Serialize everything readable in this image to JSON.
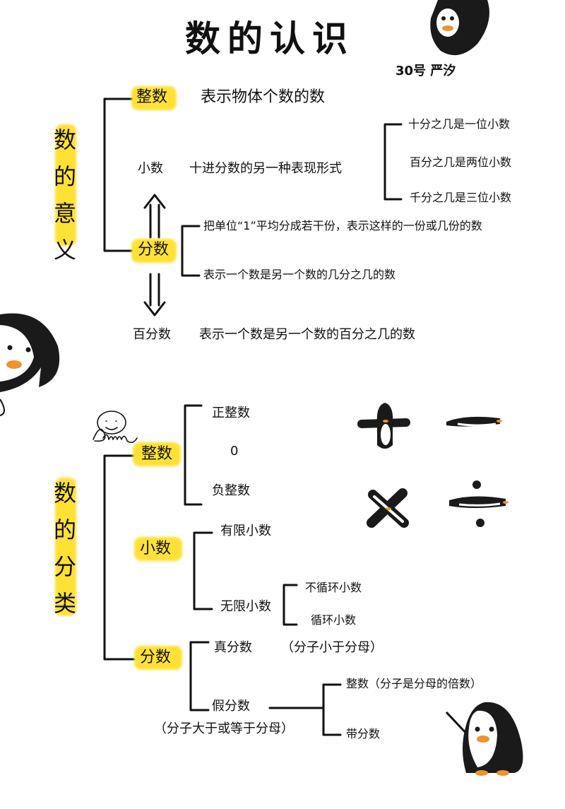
{
  "title": "数的认识",
  "author": "30号 严汐",
  "colors": {
    "highlight": "#ffe135",
    "ink": "#111111",
    "penguin_black": "#1a1a1a",
    "beak": "#f0932b"
  },
  "meaning": {
    "side_label": "数的意义",
    "integer": {
      "label": "整数",
      "desc": "表示物体个数的数"
    },
    "decimal": {
      "label": "小数",
      "desc": "十进分数的另一种表现形式",
      "places": [
        "十分之几是一位小数",
        "百分之几是两位小数",
        "千分之几是三位小数"
      ]
    },
    "fraction": {
      "label": "分数",
      "defs": [
        "把单位“1”平均分成若干份，表示这样的一份或几份的数",
        "表示一个数是另一个数的几分之几的数"
      ]
    },
    "percent": {
      "label": "百分数",
      "desc": "表示一个数是另一个数的百分之几的数"
    }
  },
  "classification": {
    "side_label": "数的分类",
    "integer": {
      "label": "整数",
      "items": [
        "正整数",
        "0",
        "负整数"
      ]
    },
    "decimal": {
      "label": "小数",
      "finite": "有限小数",
      "infinite": "无限小数",
      "infinite_types": [
        "不循环小数",
        "循环小数"
      ]
    },
    "fraction": {
      "label": "分数",
      "proper": "真分数",
      "proper_note": "（分子小于分母）",
      "improper": "假分数",
      "improper_note": "（分子大于或等于分母）",
      "improper_types": [
        "整数（分子是分母的倍数）",
        "带分数"
      ]
    }
  }
}
